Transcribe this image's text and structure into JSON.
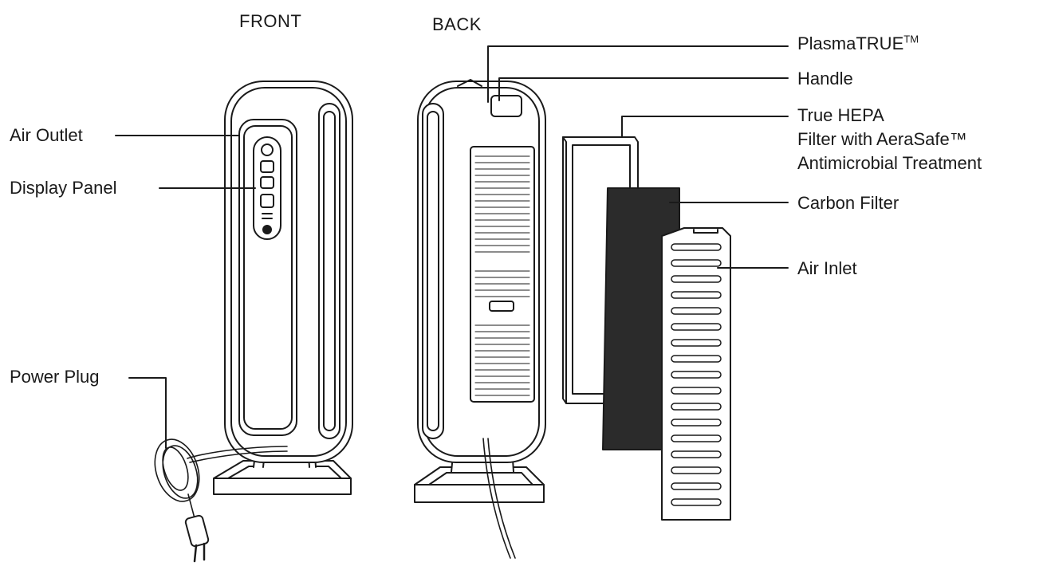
{
  "headings": {
    "front": "FRONT",
    "back": "BACK"
  },
  "labels": {
    "air_outlet": "Air Outlet",
    "display_panel": "Display Panel",
    "power_plug": "Power Plug",
    "plasmatrue": "PlasmaTRUE",
    "plasmatrue_mark": "TM",
    "handle": "Handle",
    "hepa_line1": "True HEPA",
    "hepa_line2": "Filter with AeraSafe™",
    "hepa_line3": "Antimicrobial Treatment",
    "carbon_filter": "Carbon Filter",
    "air_inlet": "Air Inlet"
  },
  "colors": {
    "line": "#1a1a1a",
    "carbon": "#2b2b2b",
    "fill": "#ffffff"
  }
}
